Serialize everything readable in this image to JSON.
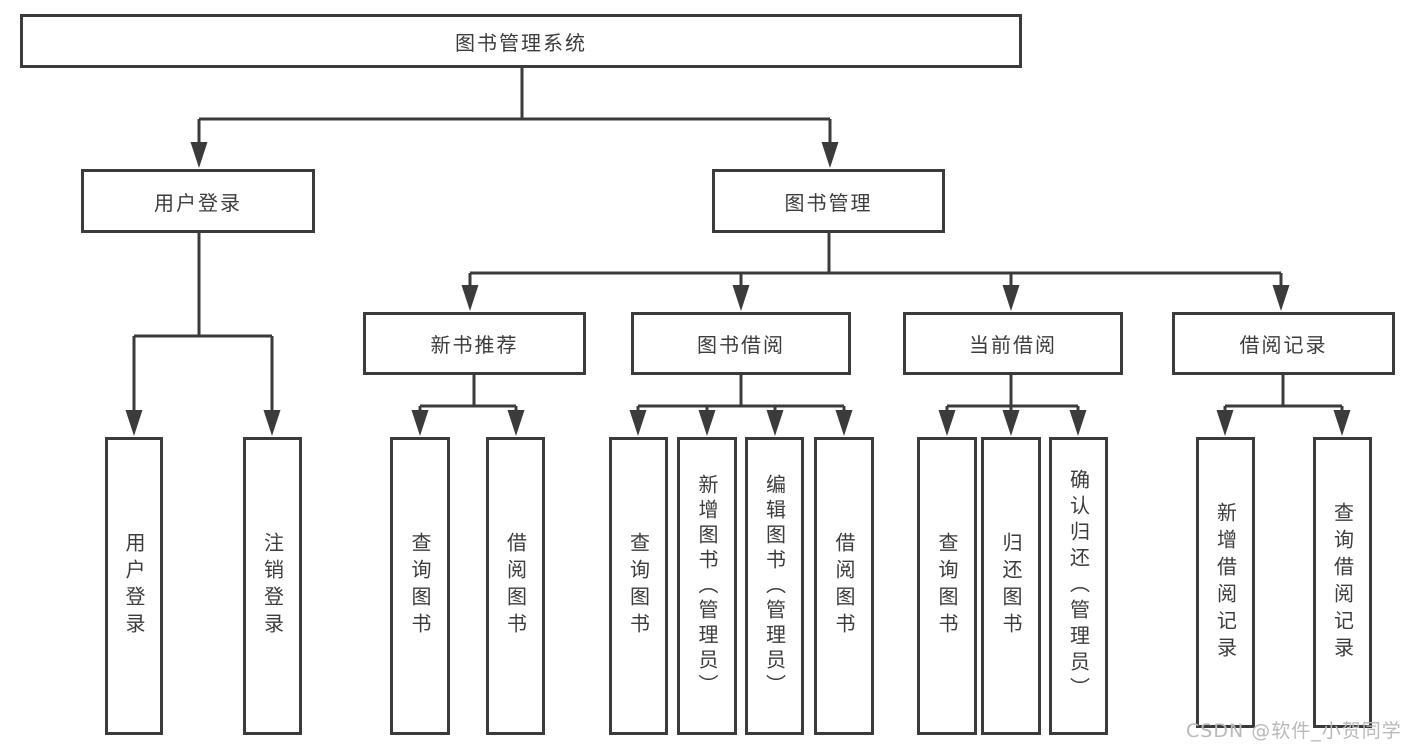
{
  "tree": {
    "root": "图书管理系统",
    "branches": [
      {
        "label": "用户登录",
        "children": [
          "用户登录",
          "注销登录"
        ]
      },
      {
        "label": "图书管理",
        "children": [
          {
            "label": "新书推荐",
            "children": [
              "查询图书",
              "借阅图书"
            ]
          },
          {
            "label": "图书借阅",
            "children": [
              "查询图书",
              "新增图书（管理员）",
              "编辑图书（管理员）",
              "借阅图书"
            ]
          },
          {
            "label": "当前借阅",
            "children": [
              "查询图书",
              "归还图书",
              "确认归还（管理员）"
            ]
          },
          {
            "label": "借阅记录",
            "children": [
              "新增借阅记录",
              "查询借阅记录"
            ]
          }
        ]
      }
    ]
  },
  "watermark": {
    "text": "CSDN @软件_小贺同学"
  },
  "colors": {
    "line": "#3b3b3b",
    "text": "#3c3c3c",
    "watermark": "#b9b9b9",
    "background": "#ffffff"
  }
}
